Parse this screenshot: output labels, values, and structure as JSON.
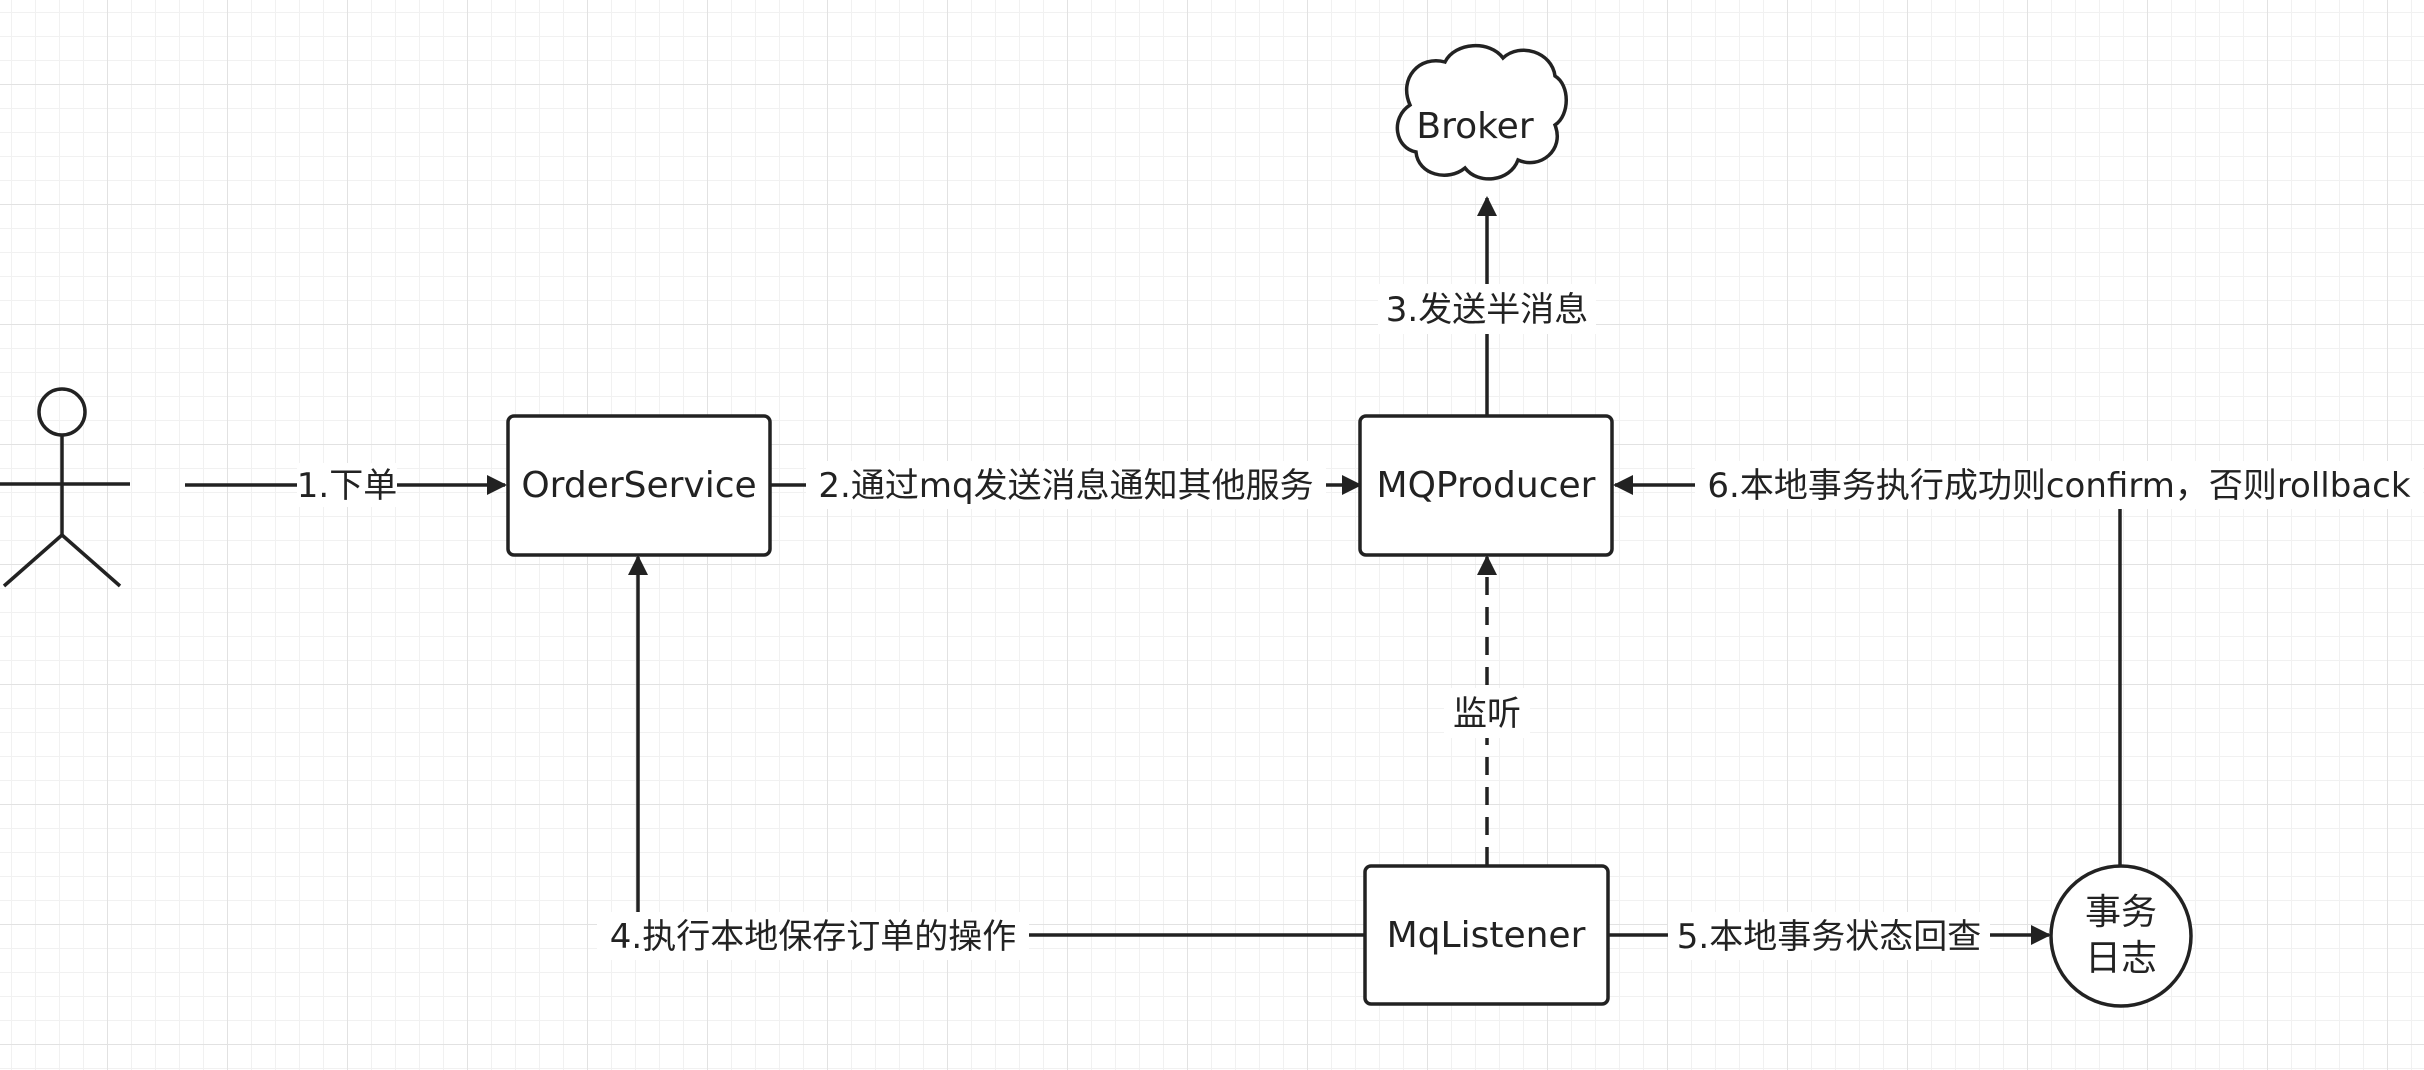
{
  "nodes": {
    "order_service": "OrderService",
    "mq_producer": "MQProducer",
    "mq_listener": "MqListener",
    "broker": "Broker",
    "tx_log_line1": "事务",
    "tx_log_line2": "日志"
  },
  "edges": {
    "place_order": "1.下单",
    "notify_services": "2.通过mq发送消息通知其他服务",
    "send_half_message": "3.发送半消息",
    "execute_local_save": "4.执行本地保存订单的操作",
    "check_tx_status": "5.本地事务状态回查",
    "confirm_or_rollback": "6.本地事务执行成功则confirm，否则rollback",
    "listen": "监听"
  }
}
